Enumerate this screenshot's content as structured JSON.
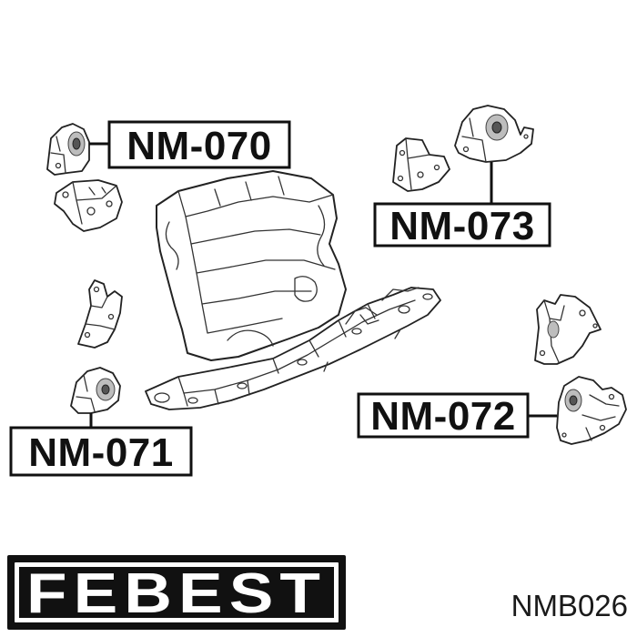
{
  "labels": {
    "nm070": "NM-070",
    "nm071": "NM-071",
    "nm072": "NM-072",
    "nm073": "NM-073"
  },
  "brand": {
    "logo_text": "FEBEST",
    "product_code": "NMB026"
  },
  "colors": {
    "ink": "#111111",
    "background": "#ffffff",
    "shade": "#bdbdbd"
  }
}
